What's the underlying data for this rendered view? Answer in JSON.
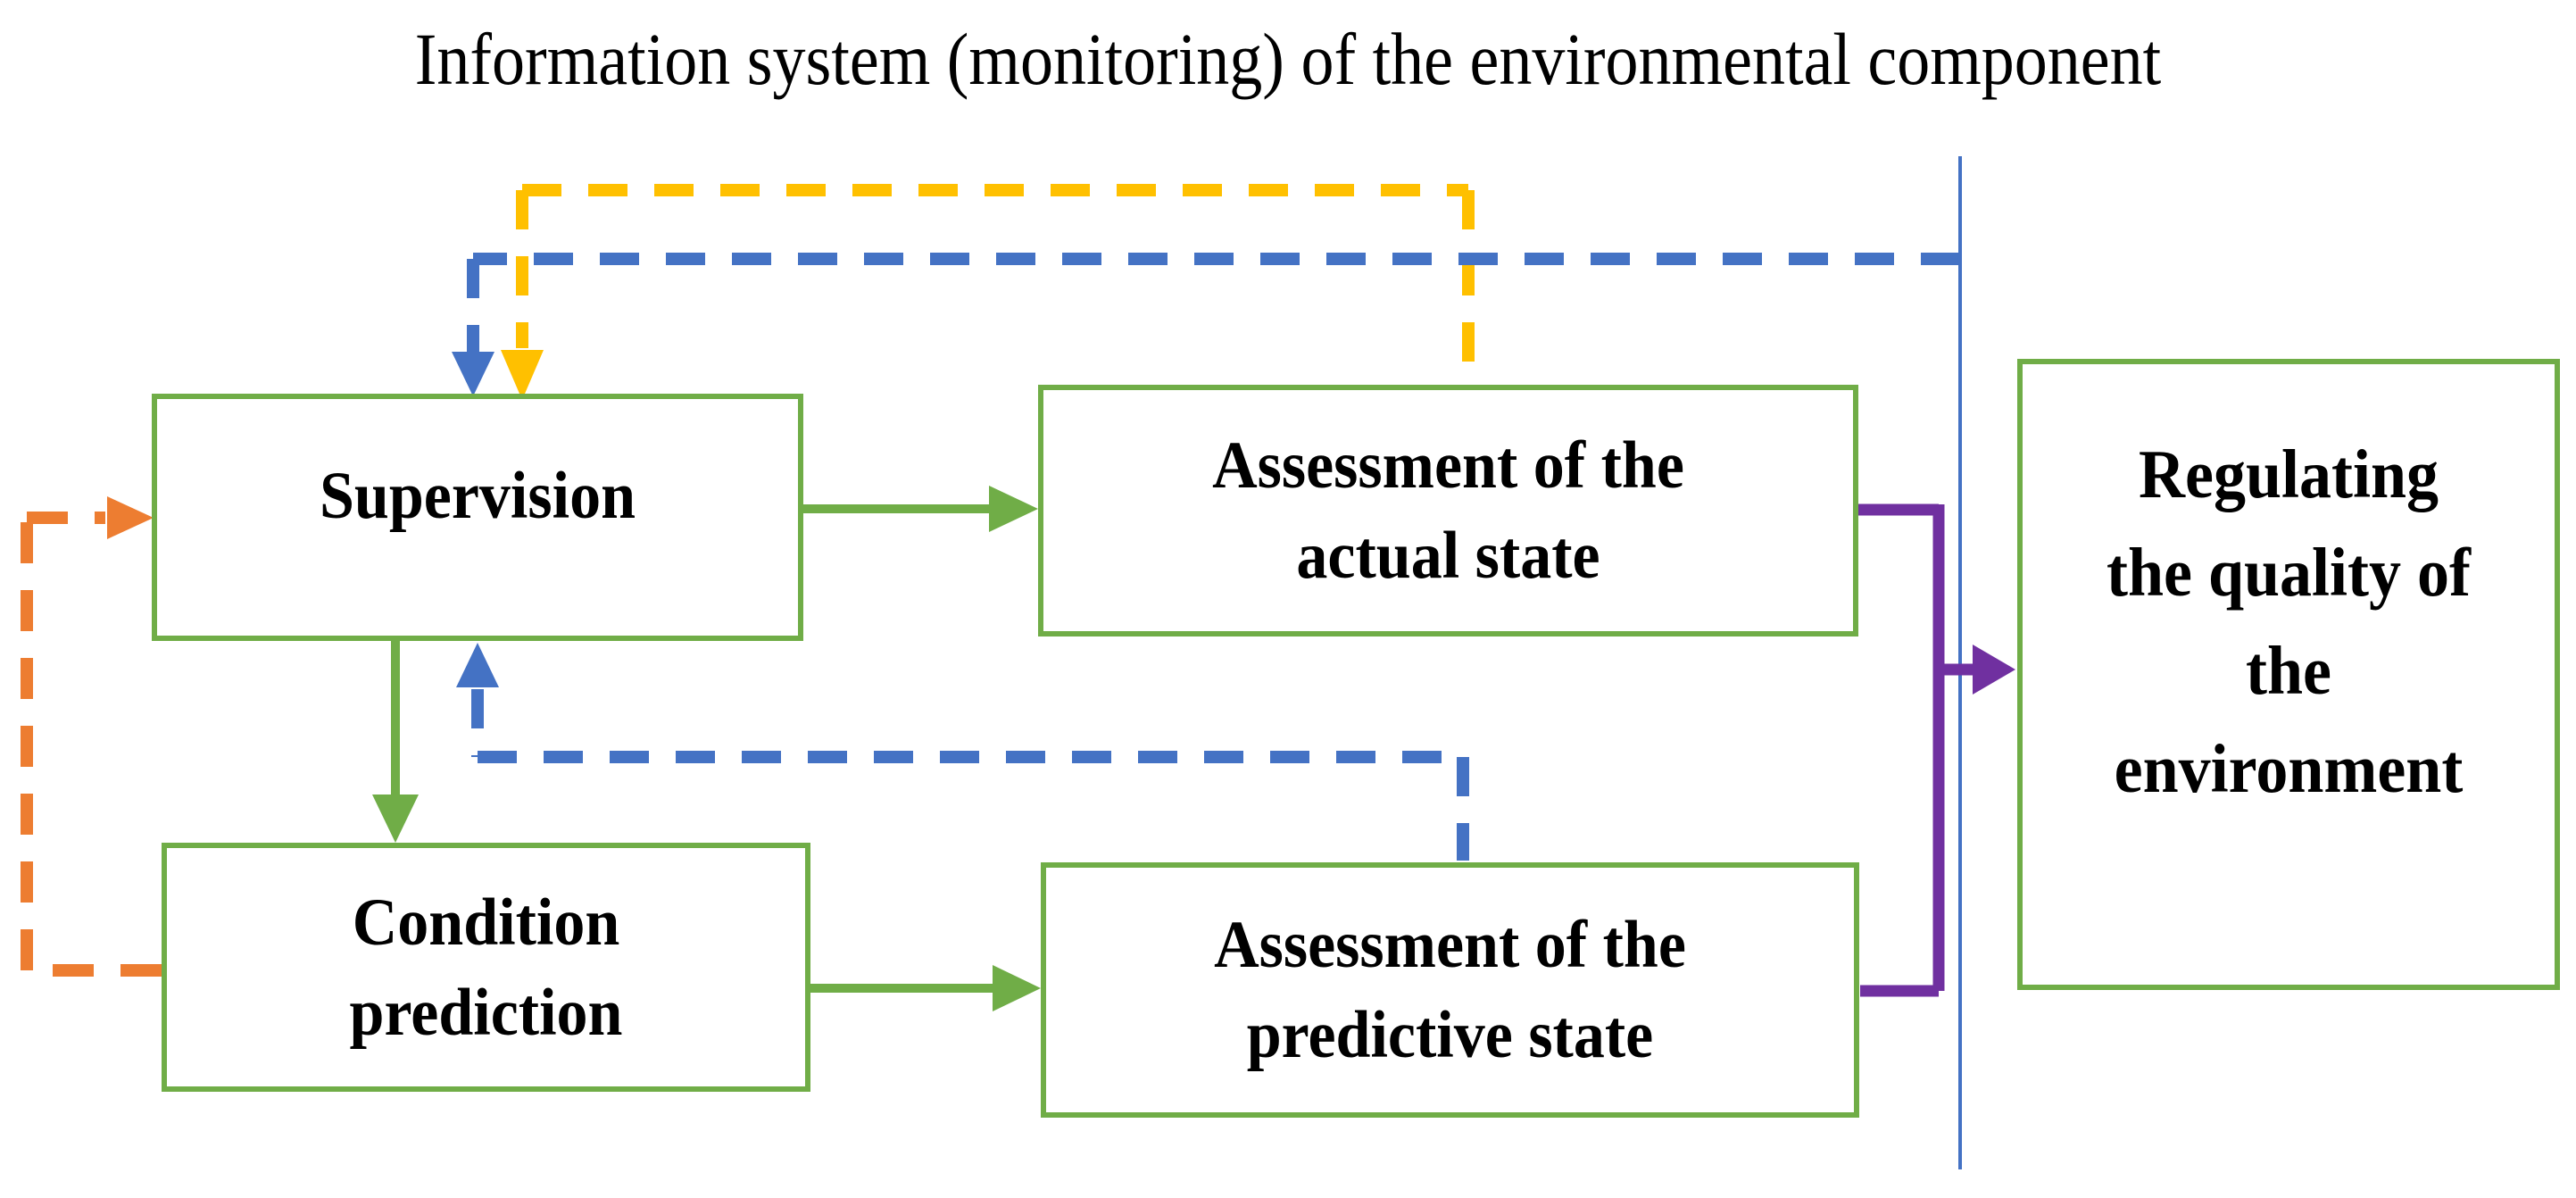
{
  "diagram": {
    "title": "Information system (monitoring) of the environmental component",
    "boxes": {
      "supervision": {
        "lines": [
          "Supervision"
        ]
      },
      "actual_state": {
        "lines": [
          "Assessment of the",
          "actual state"
        ]
      },
      "condition_prediction": {
        "lines": [
          "Condition",
          "prediction"
        ]
      },
      "predictive_state": {
        "lines": [
          "Assessment of the",
          "predictive state"
        ]
      },
      "regulating": {
        "lines": [
          "Regulating",
          "the quality of",
          "the",
          "environment"
        ]
      }
    },
    "colors": {
      "box_border_green": "#70AD47",
      "arrow_green": "#70AD47",
      "dashed_blue": "#4472C4",
      "separator_blue": "#4472C4",
      "dashed_yellow": "#FFC000",
      "dashed_orange": "#ED7D31",
      "solid_purple": "#7030A0",
      "text": "#000000",
      "background": "#FFFFFF"
    }
  }
}
